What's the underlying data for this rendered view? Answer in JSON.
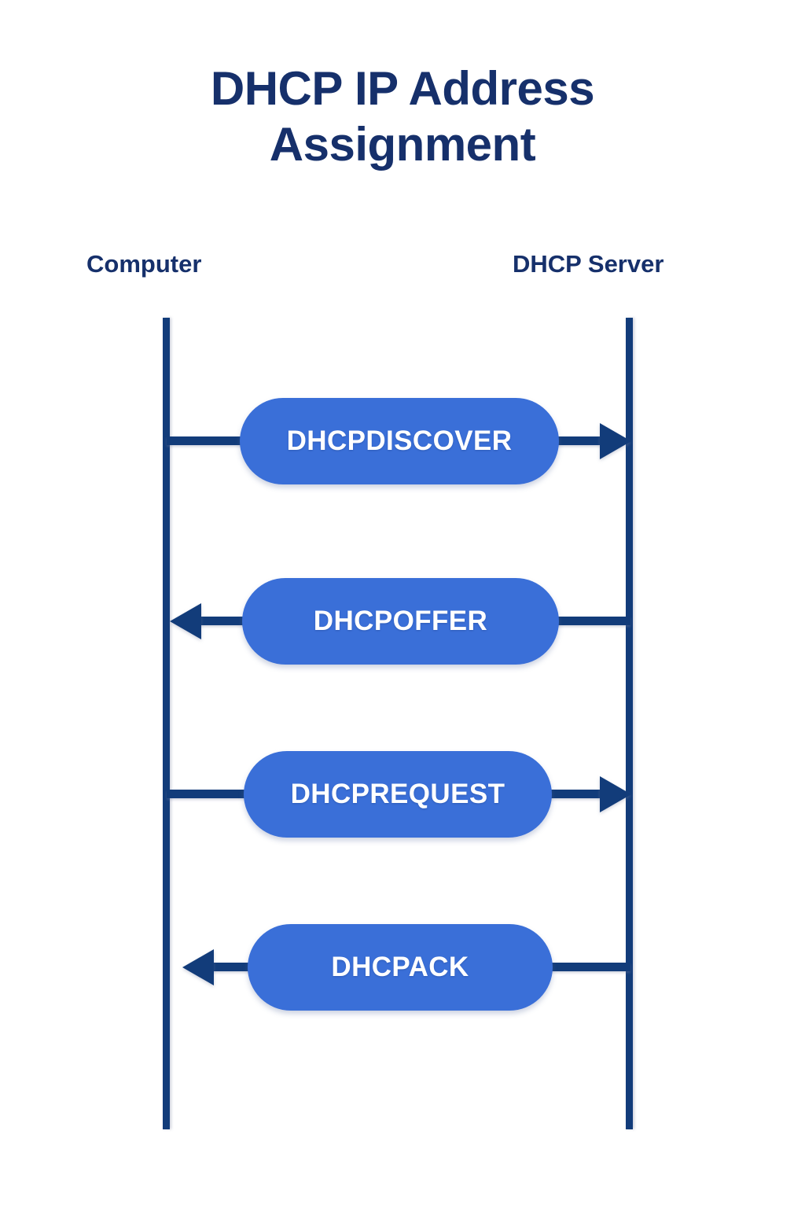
{
  "title": {
    "line1": "DHCP IP Address",
    "line2": "Assignment",
    "full": "DHCP IP Address Assignment"
  },
  "lanes": {
    "left": {
      "label": "Computer"
    },
    "right": {
      "label": "DHCP Server"
    }
  },
  "colors": {
    "title_navy": "#16306B",
    "lifeline_navy": "#123C7A",
    "arrow_navy": "#123C7A",
    "pill_blue": "#3A6FD8",
    "pill_text": "#FFFFFF",
    "background": "#FFFFFF"
  },
  "messages": [
    {
      "index": 1,
      "label": "DHCPDISCOVER",
      "direction": "right",
      "from": "Computer",
      "to": "DHCP Server"
    },
    {
      "index": 2,
      "label": "DHCPOFFER",
      "direction": "left",
      "from": "DHCP Server",
      "to": "Computer"
    },
    {
      "index": 3,
      "label": "DHCPREQUEST",
      "direction": "right",
      "from": "Computer",
      "to": "DHCP Server"
    },
    {
      "index": 4,
      "label": "DHCPACK",
      "direction": "left",
      "from": "DHCP Server",
      "to": "Computer"
    }
  ]
}
